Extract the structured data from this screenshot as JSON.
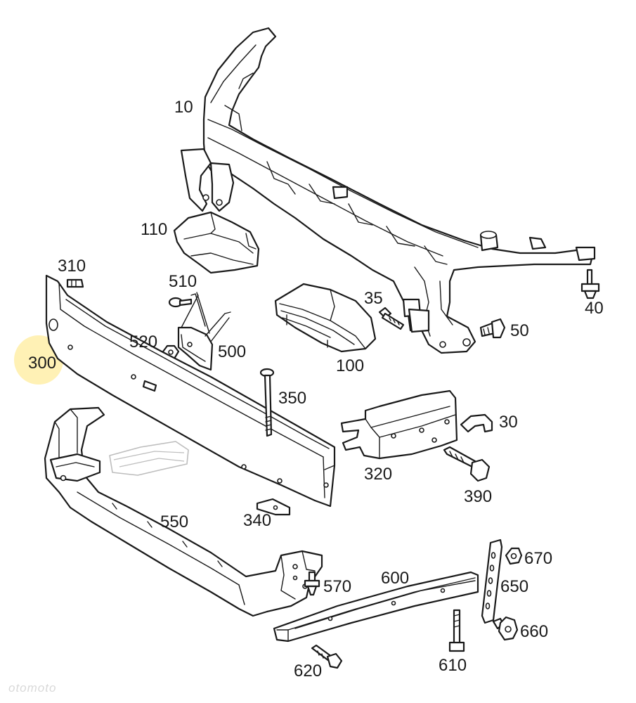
{
  "labels": {
    "p10": "10",
    "p110": "110",
    "p310": "310",
    "p510": "510",
    "p35": "35",
    "p40": "40",
    "p520": "520",
    "p500": "500",
    "p100": "100",
    "p50": "50",
    "p300": "300",
    "p350": "350",
    "p30": "30",
    "p320": "320",
    "p390": "390",
    "p550": "550",
    "p340": "340",
    "p670": "670",
    "p600": "600",
    "p570": "570",
    "p650": "650",
    "p660": "660",
    "p620": "620",
    "p610": "610"
  },
  "highlighted_part": "300",
  "colors": {
    "highlight": "#ffeea8",
    "line": "#1a1a1a",
    "watermark": "#d9d9d9"
  },
  "watermark": "otomoto"
}
